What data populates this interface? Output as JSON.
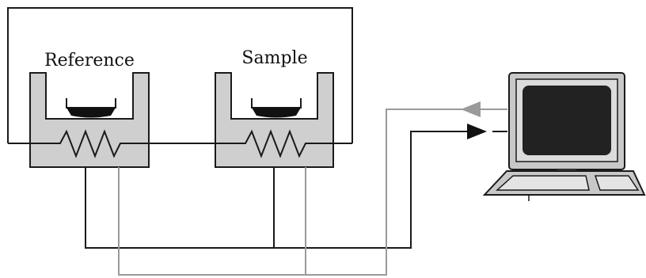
{
  "labels": {
    "reference": "Reference",
    "sample": "Sample"
  },
  "components": {
    "reference_cell": "reference-cell",
    "sample_cell": "sample-cell",
    "computer": "computer-monitor"
  },
  "colors": {
    "line_dark": "#1a1a1a",
    "line_gray": "#9a9a9a",
    "cell_fill": "#cfcfcf",
    "pan_fill": "#111111",
    "screen_fill": "#222222",
    "computer_fill": "#c8c8c8",
    "arrow_gray": "#9a9a9a",
    "arrow_dark": "#111111"
  }
}
